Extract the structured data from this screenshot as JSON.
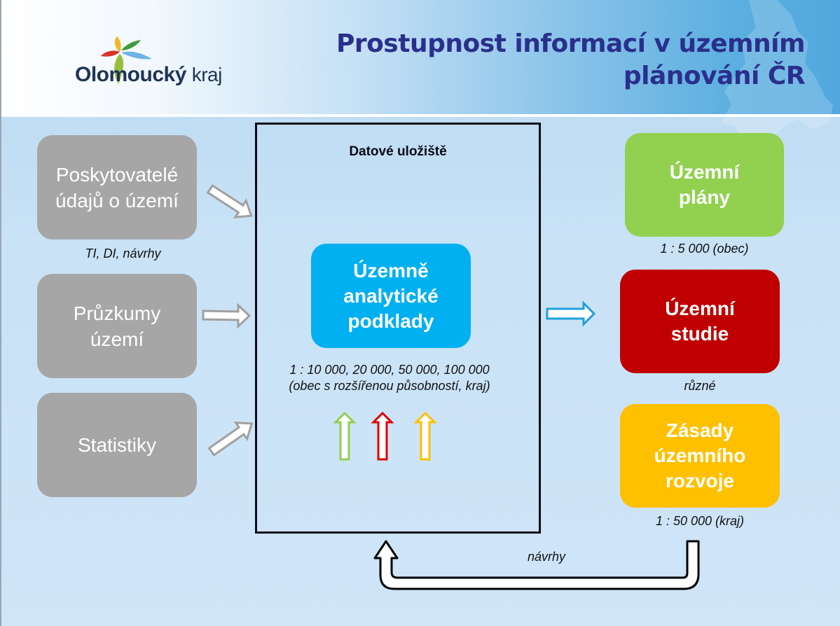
{
  "header": {
    "logo_name": "Olomoucký",
    "logo_suffix": "kraj",
    "title_line1": "Prostupnost informací v územním",
    "title_line2": "plánování ČR"
  },
  "sources": [
    {
      "label_line1": "Poskytovatelé",
      "label_line2": "údajů o území"
    },
    {
      "label_line1": "Průzkumy",
      "label_line2": "území"
    },
    {
      "label_line1": "Statistiky",
      "label_line2": ""
    }
  ],
  "sources_caption": "TI, DI, návrhy",
  "storage": {
    "title": "Datové uložiště",
    "core_line1": "Územně",
    "core_line2": "analytické",
    "core_line3": "podklady",
    "scale_line1": "1 : 10 000, 20 000, 50 000, 100 000",
    "scale_line2": "(obec s rozšířenou působností, kraj)"
  },
  "outputs": [
    {
      "line1": "Územní",
      "line2": "plány",
      "line3": "",
      "caption": "1 : 5 000 (obec)",
      "color": "#92d050"
    },
    {
      "line1": "Územní",
      "line2": "studie",
      "line3": "",
      "caption": "různé",
      "color": "#c00000"
    },
    {
      "line1": "Zásady",
      "line2": "územního",
      "line3": "rozvoje",
      "caption": "1 : 50 000 (kraj)",
      "color": "#ffc000"
    }
  ],
  "feedback_label": "návrhy",
  "colors": {
    "title": "#2b2f8c",
    "core": "#00b0f0",
    "source_box": "#a6a6a6",
    "arrow_green": "#92d050",
    "arrow_red": "#e00000",
    "arrow_yellow": "#ffc000",
    "arrow_blue": "#1ea0dc"
  }
}
